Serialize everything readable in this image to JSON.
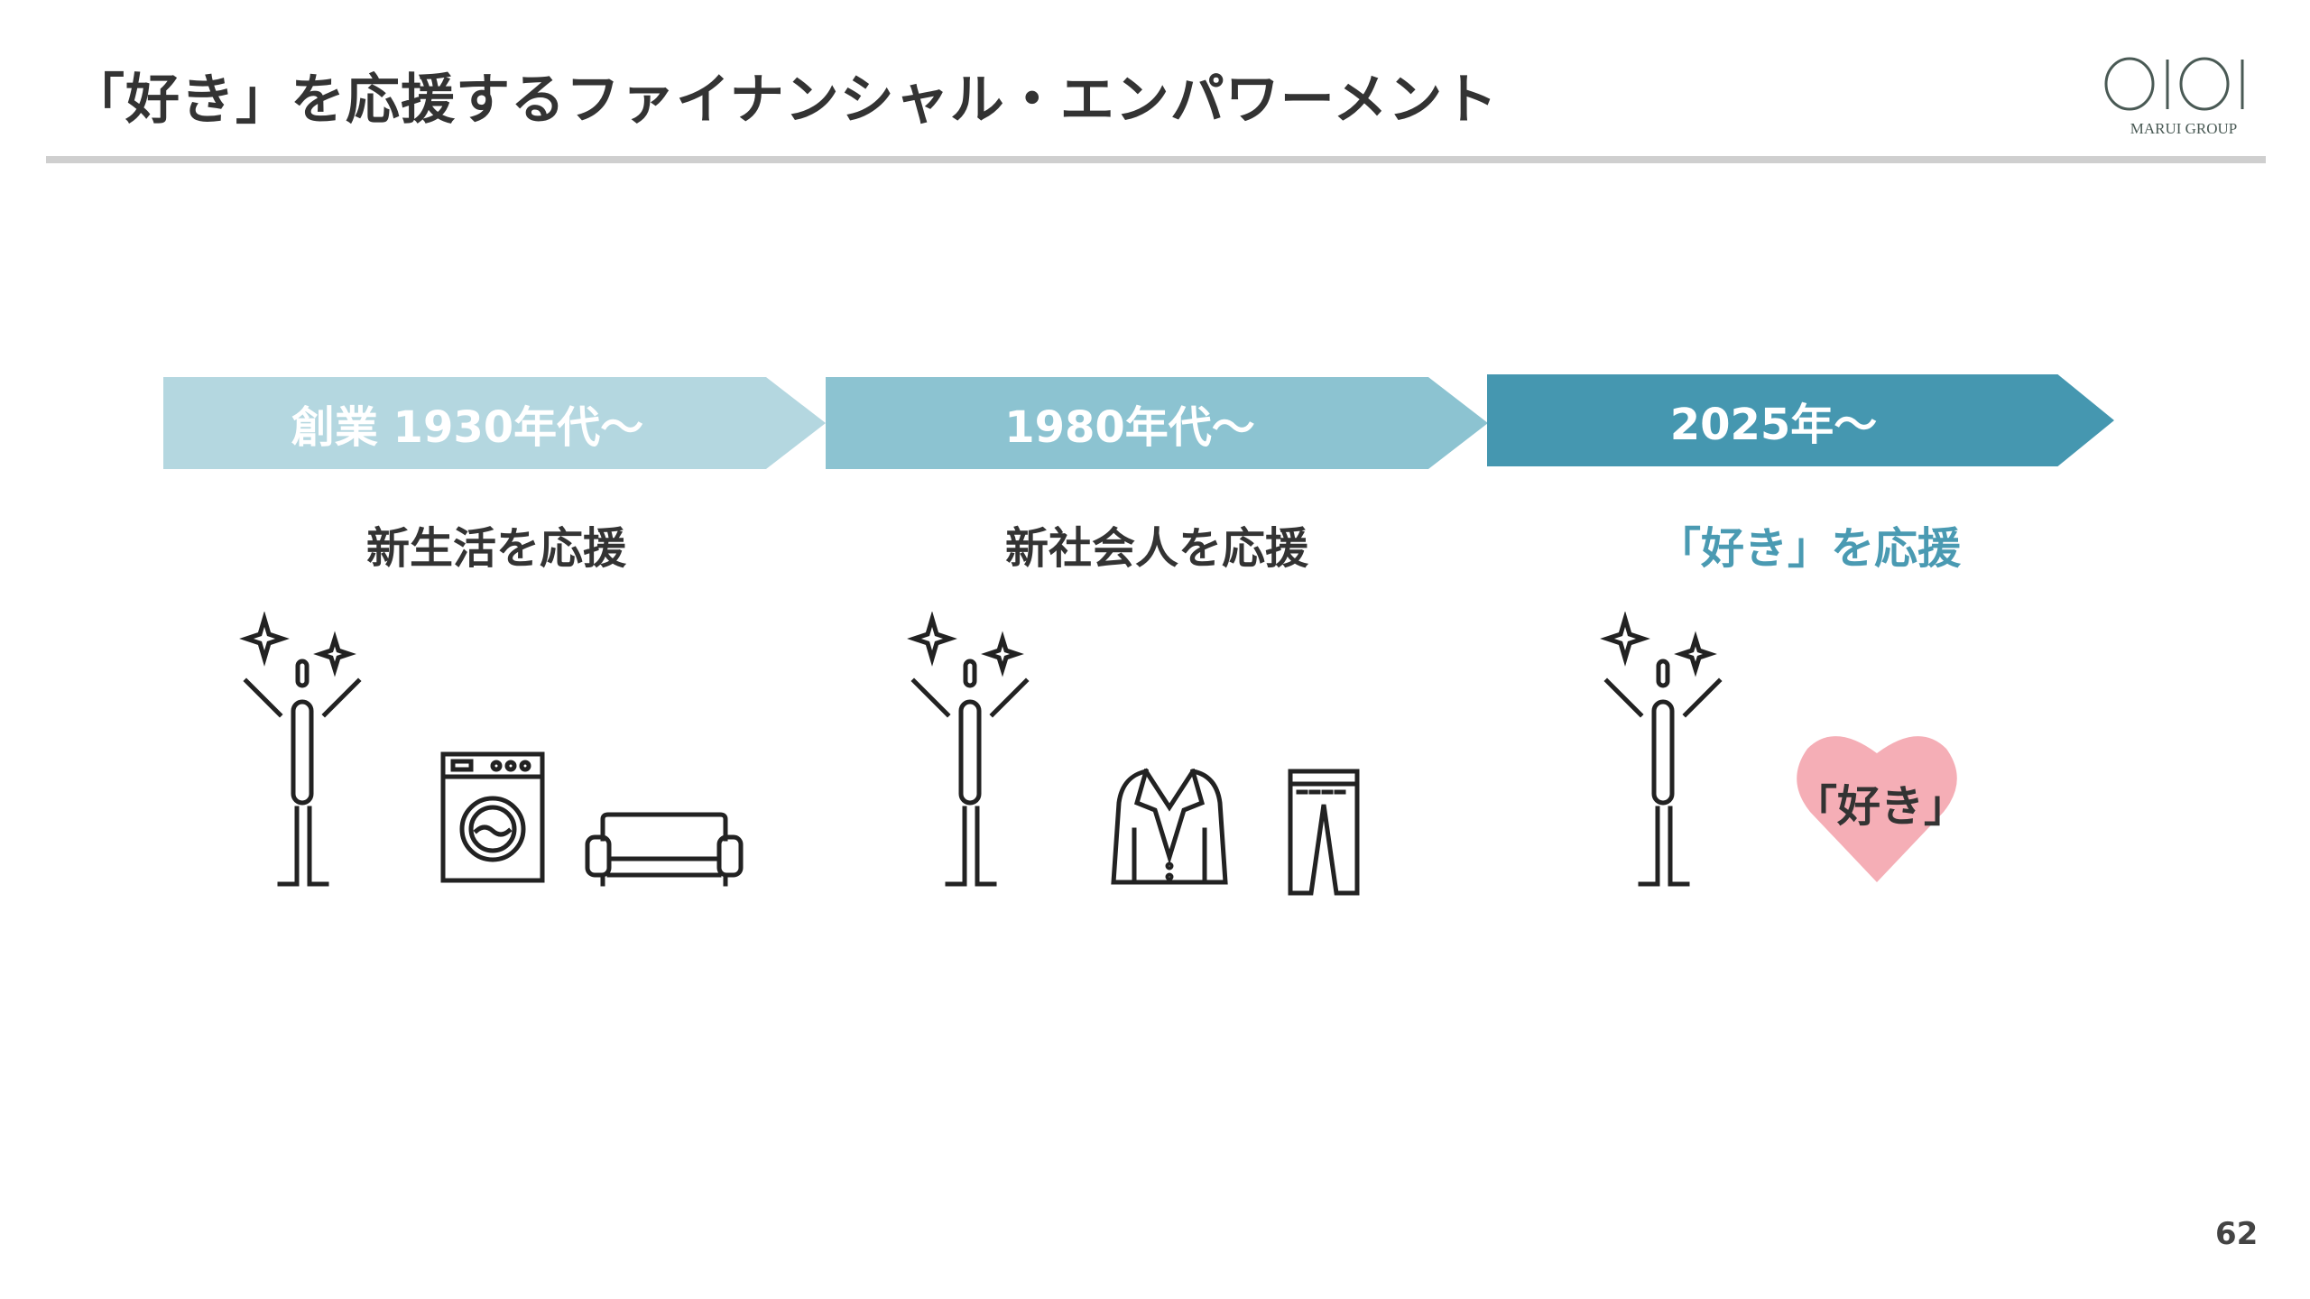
{
  "header": {
    "title": "「好き」を応援するファイナンシャル・エンパワーメント",
    "logo_text": "MARUI GROUP"
  },
  "timeline": [
    {
      "label": "創業 1930年代〜",
      "subtitle": "新生活を応援",
      "color": "#b4d7e0"
    },
    {
      "label": "1980年代〜",
      "subtitle": "新社会人を応援",
      "color": "#8cc3d1"
    },
    {
      "label": "2025年〜",
      "subtitle": "「好き」を応援",
      "color": "#4597b0"
    }
  ],
  "heart": {
    "text": "「好き」",
    "color": "#f5aeb6"
  },
  "page_number": "62"
}
